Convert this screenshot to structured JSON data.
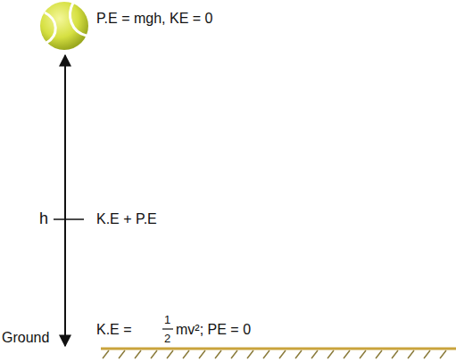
{
  "diagram": {
    "labels": [
      "P.E = mgh, KE = 0",
      "h",
      "K.E + P.E",
      "Ground",
      "K.E =",
      "1",
      "2",
      "mv²; PE = 0"
    ]
  }
}
